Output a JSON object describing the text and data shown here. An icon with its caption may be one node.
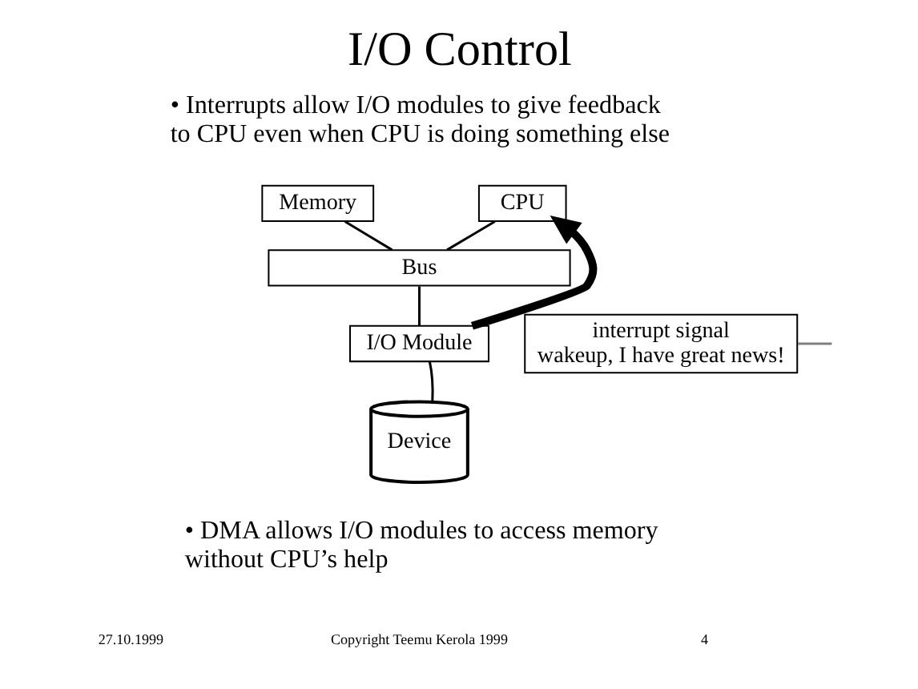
{
  "diagram": {
    "title": "I/O Control",
    "nodes": [
      {
        "text": [
          "Memory"
        ]
      },
      {
        "text": [
          "CPU"
        ]
      },
      {
        "text": [
          "Bus"
        ]
      },
      {
        "text": [
          "I/O Module"
        ]
      },
      {
        "text": [
          "interrupt signal",
          "wakeup, I have great news!"
        ]
      },
      {
        "text": [
          "Device"
        ]
      }
    ],
    "edges": [
      {
        "from": 0,
        "to": 2,
        "arrow": "none"
      },
      {
        "from": 1,
        "to": 2,
        "arrow": "none"
      },
      {
        "from": 2,
        "to": 3,
        "arrow": "none"
      },
      {
        "from": 3,
        "to": 1,
        "arrow": "to",
        "style": "thick"
      },
      {
        "from": 4,
        "to": null,
        "arrow": "none",
        "color": "#808080"
      },
      {
        "from": 5,
        "to": 3,
        "arrow": "none"
      }
    ],
    "labels": [
      "• Interrupts allow I/O modules to give feedback to CPU even when CPU is doing something else",
      "• DMA allows I/O modules to access memory without CPU’s help",
      "27.10.1999",
      "Copyright Teemu Kerola 1999",
      "4"
    ]
  }
}
